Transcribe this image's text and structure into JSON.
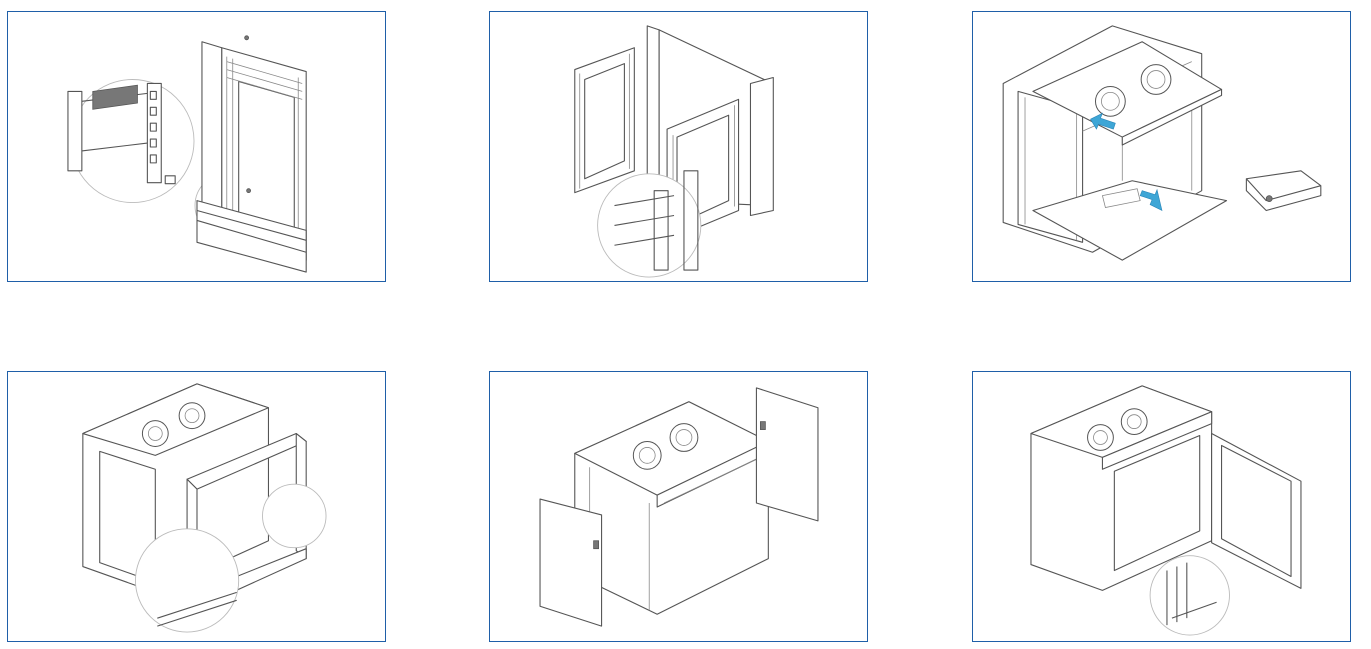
{
  "steps": [
    {
      "name": "step-1-mount-frame"
    },
    {
      "name": "step-2-side-panels"
    },
    {
      "name": "step-3-top-bottom-panels"
    },
    {
      "name": "step-4-front-frame"
    },
    {
      "name": "step-5-side-doors"
    },
    {
      "name": "step-6-front-door"
    }
  ],
  "colors": {
    "border": "#1f5fa8",
    "arrow": "#3ea6d6",
    "line": "#555555"
  }
}
